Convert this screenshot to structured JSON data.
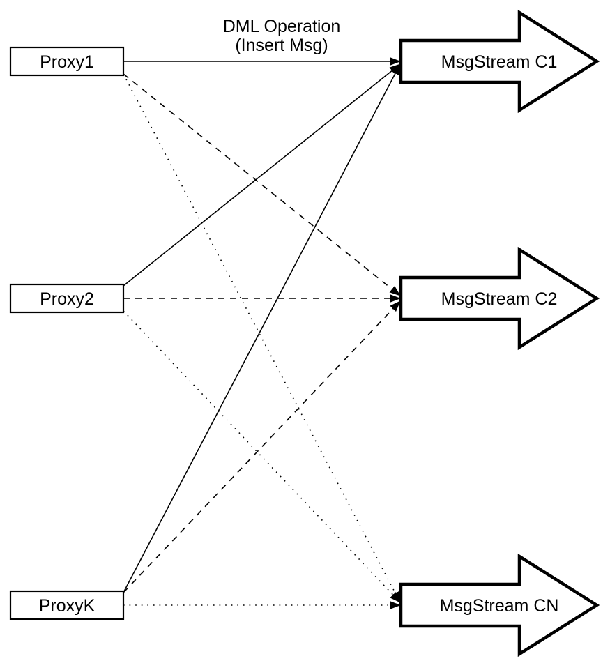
{
  "diagram": {
    "title_label": {
      "line1": "DML Operation",
      "line2": "(Insert Msg)"
    },
    "proxies": [
      {
        "id": "proxy1",
        "label": "Proxy1"
      },
      {
        "id": "proxy2",
        "label": "Proxy2"
      },
      {
        "id": "proxyk",
        "label": "ProxyK"
      }
    ],
    "streams": [
      {
        "id": "c1",
        "label": "MsgStream C1"
      },
      {
        "id": "c2",
        "label": "MsgStream C2"
      },
      {
        "id": "cn",
        "label": "MsgStream CN"
      }
    ],
    "connections": [
      {
        "from": "proxy1",
        "to": "c1",
        "style": "solid"
      },
      {
        "from": "proxy1",
        "to": "c2",
        "style": "dashed"
      },
      {
        "from": "proxy1",
        "to": "cn",
        "style": "dotted"
      },
      {
        "from": "proxy2",
        "to": "c1",
        "style": "solid"
      },
      {
        "from": "proxy2",
        "to": "c2",
        "style": "dashed"
      },
      {
        "from": "proxy2",
        "to": "cn",
        "style": "dotted"
      },
      {
        "from": "proxyk",
        "to": "c1",
        "style": "solid"
      },
      {
        "from": "proxyk",
        "to": "c2",
        "style": "dashed"
      },
      {
        "from": "proxyk",
        "to": "cn",
        "style": "dotted"
      }
    ],
    "colors": {
      "line": "#000000",
      "shape_fill": "#ffffff",
      "background": "#ffffff"
    }
  }
}
